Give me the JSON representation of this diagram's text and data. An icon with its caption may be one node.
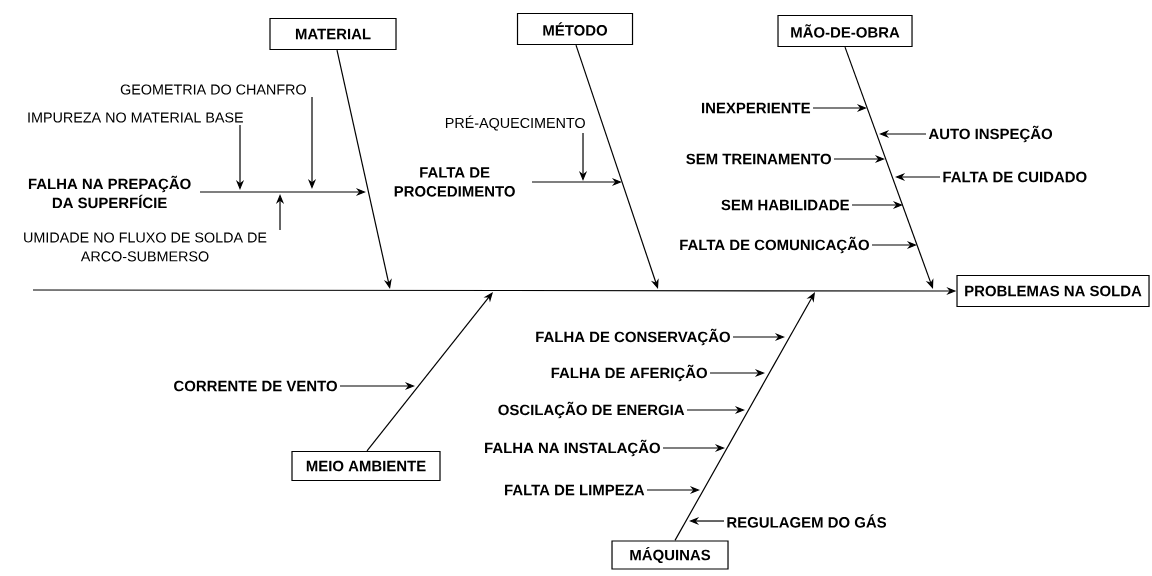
{
  "diagram": {
    "nodes": [
      {
        "text": [
          "MATERIAL"
        ]
      },
      {
        "text": [
          "MÉTODO"
        ]
      },
      {
        "text": [
          "MÃO-DE-OBRA"
        ]
      },
      {
        "text": [
          "GEOMETRIA DO CHANFRO"
        ]
      },
      {
        "text": [
          "IMPUREZA NO MATERIAL BASE"
        ]
      },
      {
        "text": [
          "FALHA NA PREPAÇÃO DA SUPERFÍCIE"
        ]
      },
      {
        "text": [
          "UMIDADE NO FLUXO DE SOLDA DE ARCO-SUBMERSO"
        ]
      },
      {
        "text": [
          "PRÉ-AQUECIMENTO"
        ]
      },
      {
        "text": [
          "FALTA DE PROCEDIMENTO"
        ]
      },
      {
        "text": [
          "INEXPERIENTE"
        ]
      },
      {
        "text": [
          "AUTO INSPEÇÃO"
        ]
      },
      {
        "text": [
          "SEM TREINAMENTO"
        ]
      },
      {
        "text": [
          "FALTA DE CUIDADO"
        ]
      },
      {
        "text": [
          "SEM HABILIDADE"
        ]
      },
      {
        "text": [
          "FALTA DE COMUNICAÇÃO"
        ]
      },
      {
        "text": [
          "PROBLEMAS NA SOLDA"
        ]
      },
      {
        "text": [
          "FALHA DE CONSERVAÇÃO"
        ]
      },
      {
        "text": [
          "CORRENTE DE VENTO"
        ]
      },
      {
        "text": [
          "FALHA DE AFERIÇÃO"
        ]
      },
      {
        "text": [
          "OSCILAÇÃO DE ENERGIA"
        ]
      },
      {
        "text": [
          "FALHA NA INSTALAÇÃO"
        ]
      },
      {
        "text": [
          "FALTA DE LIMPEZA"
        ]
      },
      {
        "text": [
          "MEIO AMBIENTE"
        ]
      },
      {
        "text": [
          "REGULAGEM DO GÁS"
        ]
      },
      {
        "text": [
          "MÁQUINAS"
        ]
      }
    ],
    "edges": [
      {
        "from": null,
        "to": 15,
        "arrow": "to"
      },
      {
        "from": 0,
        "to": null,
        "arrow": "to"
      },
      {
        "from": 1,
        "to": null,
        "arrow": "to"
      },
      {
        "from": 2,
        "to": null,
        "arrow": "to"
      },
      {
        "from": 22,
        "to": null,
        "arrow": "to"
      },
      {
        "from": 24,
        "to": null,
        "arrow": "to"
      },
      {
        "from": 5,
        "to": null,
        "arrow": "to"
      },
      {
        "from": 4,
        "to": null,
        "arrow": "to"
      },
      {
        "from": 3,
        "to": null,
        "arrow": "to"
      },
      {
        "from": 6,
        "to": null,
        "arrow": "to"
      },
      {
        "from": 8,
        "to": null,
        "arrow": "to"
      },
      {
        "from": 7,
        "to": null,
        "arrow": "to"
      },
      {
        "from": 9,
        "to": null,
        "arrow": "to"
      },
      {
        "from": 10,
        "to": null,
        "arrow": "to"
      },
      {
        "from": 11,
        "to": null,
        "arrow": "to"
      },
      {
        "from": 12,
        "to": null,
        "arrow": "to"
      },
      {
        "from": 13,
        "to": null,
        "arrow": "to"
      },
      {
        "from": 14,
        "to": null,
        "arrow": "to"
      },
      {
        "from": 17,
        "to": null,
        "arrow": "to"
      },
      {
        "from": 16,
        "to": null,
        "arrow": "to"
      },
      {
        "from": 18,
        "to": null,
        "arrow": "to"
      },
      {
        "from": 19,
        "to": null,
        "arrow": "to"
      },
      {
        "from": 20,
        "to": null,
        "arrow": "to"
      },
      {
        "from": 21,
        "to": null,
        "arrow": "to"
      },
      {
        "from": 23,
        "to": null,
        "arrow": "to"
      }
    ]
  }
}
